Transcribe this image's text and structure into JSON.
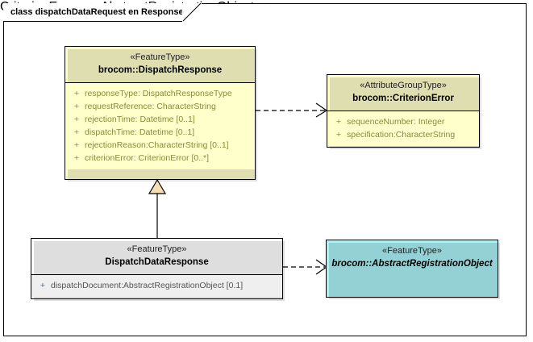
{
  "diagram": {
    "title": "class dispatchDataRequest en Response",
    "type": "uml-class-diagram",
    "colors": {
      "feature_type_fill": "#FFFFCC",
      "abstract_fill": "#AAF0F5",
      "plain_fill": "#FFFFFF",
      "attribute_compartment_fill": "#EFEFEF",
      "border": "#000000",
      "generalization_arrow_fill": "#F5DEB3",
      "attribute_text": "#8A8A3A"
    }
  },
  "classes": [
    {
      "id": "dispatchresponse",
      "stereotype": "«FeatureType»",
      "name": "brocom::DispatchResponse",
      "abstract": false,
      "attributes": [
        {
          "visibility": "+",
          "text": "responseType: DispatchResponseType"
        },
        {
          "visibility": "+",
          "text": "requestReference: CharacterString"
        },
        {
          "visibility": "+",
          "text": "rejectionTime: Datetime [0..1]"
        },
        {
          "visibility": "+",
          "text": "dispatchTime: Datetime [0..1]"
        },
        {
          "visibility": "+",
          "text": "rejectionReason:CharacterString [0..1]"
        },
        {
          "visibility": "+",
          "text": "criterionError: CriterionError [0..*]"
        }
      ]
    },
    {
      "id": "criterionerror",
      "stereotype": "«AttributeGroupType»",
      "name": "brocom::CriterionError",
      "abstract": false,
      "attributes": [
        {
          "visibility": "+",
          "text": "sequenceNumber: Integer"
        },
        {
          "visibility": "+",
          "text": "specification:CharacterString"
        }
      ]
    },
    {
      "id": "dispatchdataresponse",
      "stereotype": "«FeatureType»",
      "name": "DispatchDataResponse",
      "abstract": false,
      "attributes": [
        {
          "visibility": "+",
          "text": "dispatchDocument:AbstractRegistrationObject [0.1]"
        }
      ]
    },
    {
      "id": "abstractregistrationobject",
      "stereotype": "«FeatureType»",
      "name": "brocom::AbstractRegistrationObject",
      "abstract": true,
      "attributes": []
    }
  ],
  "connectors": [
    {
      "id": "dependency-criterionerror",
      "kind": "dependency",
      "style": "dashed-open-arrow",
      "source": "brocom::DispatchResponse",
      "target": "brocom::CriterionError"
    },
    {
      "id": "dependency-abstractreg",
      "kind": "dependency",
      "style": "dashed-open-arrow",
      "source": "DispatchDataResponse",
      "target": "brocom::AbstractRegistrationObject"
    },
    {
      "id": "generalization",
      "kind": "generalization",
      "style": "solid-hollow-triangle",
      "source": "DispatchDataResponse",
      "target": "brocom::DispatchResponse"
    }
  ]
}
